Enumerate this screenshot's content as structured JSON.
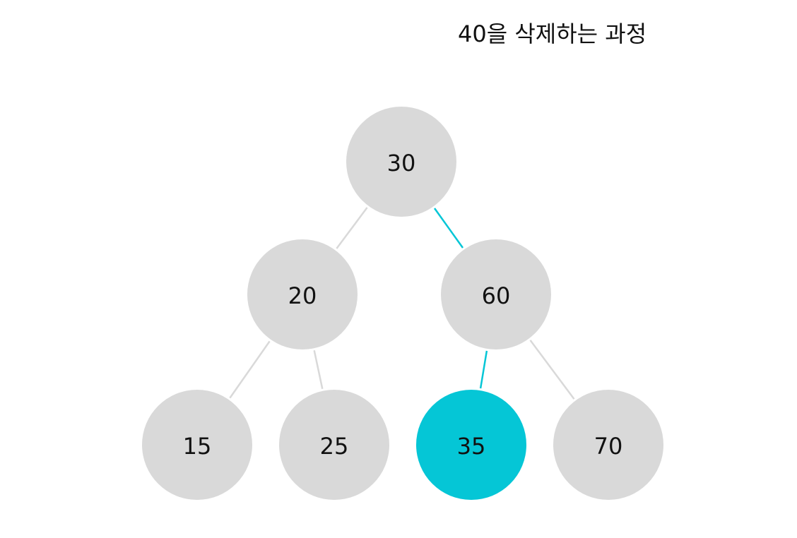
{
  "caption": "40을 삭제하는 과정",
  "colors": {
    "node_default": "#d9d9d9",
    "node_highlight": "#05c6d6",
    "edge_default": "#d9d9d9",
    "edge_highlight": "#05c6d6",
    "text": "#111111"
  },
  "tree": {
    "nodes": [
      {
        "id": "n30",
        "label": "30",
        "highlighted": false
      },
      {
        "id": "n20",
        "label": "20",
        "highlighted": false
      },
      {
        "id": "n60",
        "label": "60",
        "highlighted": false
      },
      {
        "id": "n15",
        "label": "15",
        "highlighted": false
      },
      {
        "id": "n25",
        "label": "25",
        "highlighted": false
      },
      {
        "id": "n35",
        "label": "35",
        "highlighted": true
      },
      {
        "id": "n70",
        "label": "70",
        "highlighted": false
      }
    ],
    "edges": [
      {
        "from": "n30",
        "to": "n20",
        "highlighted": false
      },
      {
        "from": "n30",
        "to": "n60",
        "highlighted": true
      },
      {
        "from": "n20",
        "to": "n15",
        "highlighted": false
      },
      {
        "from": "n20",
        "to": "n25",
        "highlighted": false
      },
      {
        "from": "n60",
        "to": "n35",
        "highlighted": true
      },
      {
        "from": "n60",
        "to": "n70",
        "highlighted": false
      }
    ]
  }
}
